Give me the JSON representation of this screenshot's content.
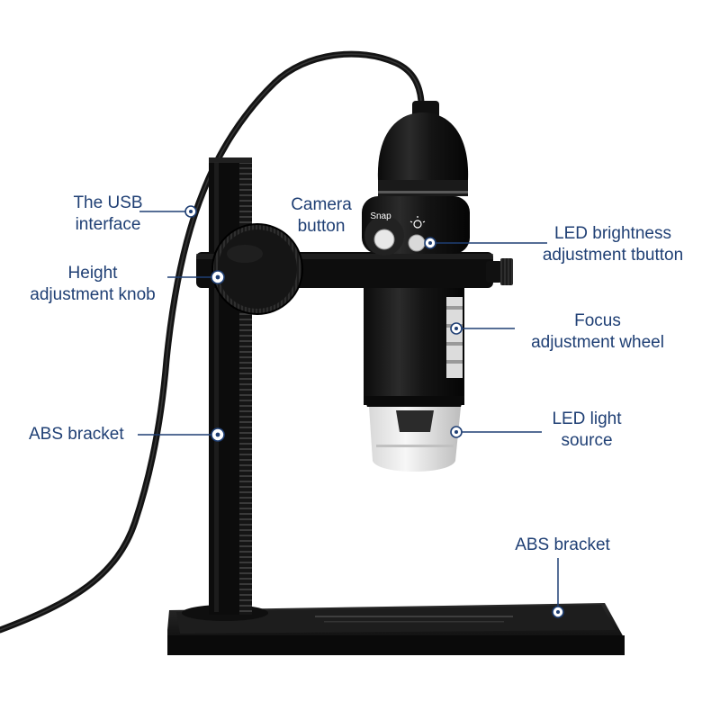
{
  "colors": {
    "annotation": "#1f3f74",
    "device": "#111111",
    "background": "#ffffff"
  },
  "device_print": {
    "snap_button": "Snap"
  },
  "callouts": {
    "usb_interface": {
      "line1": "The USB",
      "line2": "interface"
    },
    "camera_button": {
      "line1": "Camera",
      "line2": "button"
    },
    "led_brightness": {
      "line1": "LED brightness",
      "line2": "adjustment tbutton"
    },
    "height_knob": {
      "line1": "Height",
      "line2": "adjustment knob"
    },
    "focus_wheel": {
      "line1": "Focus",
      "line2": "adjustment wheel"
    },
    "abs_bracket_stand": {
      "line1": "ABS bracket"
    },
    "led_light_source": {
      "line1": "LED light",
      "line2": "source"
    },
    "abs_bracket_base": {
      "line1": "ABS bracket"
    }
  }
}
